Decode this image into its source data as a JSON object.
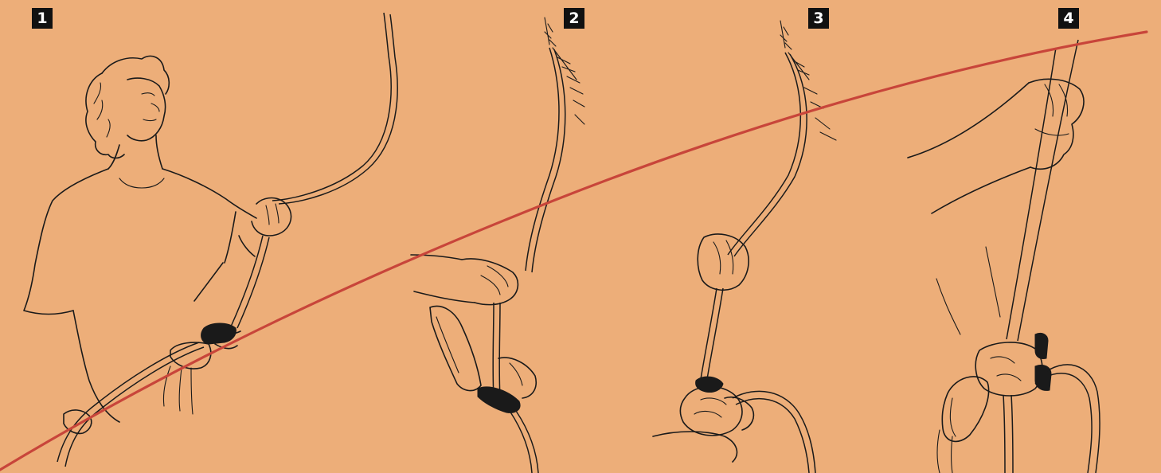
{
  "steps": [
    {
      "number": "1",
      "description_icon": "belayer-pulling-rope"
    },
    {
      "number": "2",
      "description_icon": "rope-through-belay-device"
    },
    {
      "number": "3",
      "description_icon": "hand-on-brake-rope"
    },
    {
      "number": "4",
      "description_icon": "gripping-rope-above-device"
    }
  ],
  "colors": {
    "background": "#EDAE79",
    "guide_line": "#C8453A",
    "ink": "#1A1A1A"
  }
}
